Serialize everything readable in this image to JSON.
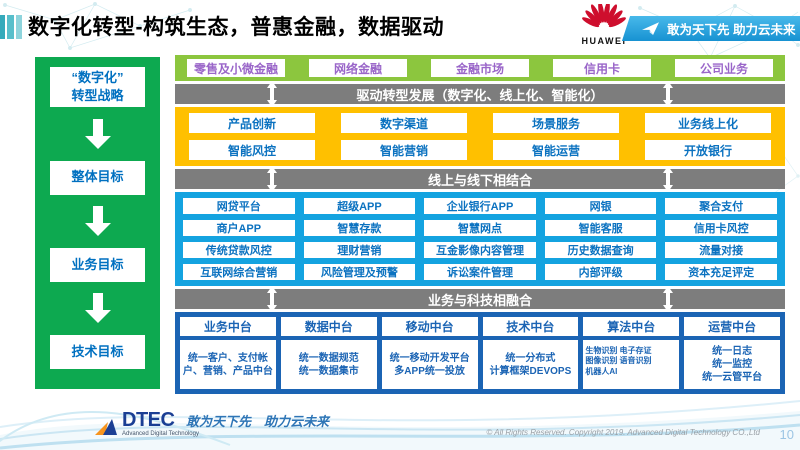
{
  "header": {
    "title": "数字化转型-构筑生态，普惠金融，数据驱动",
    "brand": "HUAWEI",
    "slogan": "敢为天下先 助力云未来"
  },
  "sidebar": {
    "items": [
      "“数字化”\n转型战略",
      "整体目标",
      "业务目标",
      "技术目标"
    ]
  },
  "main": {
    "segments": [
      "零售及小微金融",
      "网络金融",
      "金融市场",
      "信用卡",
      "公司业务"
    ],
    "banners": [
      "驱动转型发展（数字化、线上化、智能化）",
      "线上与线下相结合",
      "业务与科技相融合"
    ],
    "transform_rows": [
      [
        "产品创新",
        "数字渠道",
        "场景服务",
        "业务线上化"
      ],
      [
        "智能风控",
        "智能营销",
        "智能运营",
        "开放银行"
      ]
    ],
    "online_rows": [
      [
        "网贷平台",
        "超级APP",
        "企业银行APP",
        "网银",
        "聚合支付"
      ],
      [
        "商户APP",
        "智慧存款",
        "智慧网点",
        "智能客服",
        "信用卡风控"
      ],
      [
        "传统贷款风控",
        "理财营销",
        "互金影像内容管理",
        "历史数据查询",
        "流量对接"
      ],
      [
        "互联网综合营销",
        "风险管理及预警",
        "诉讼案件管理",
        "内部评级",
        "资本充足评定"
      ]
    ],
    "platforms": [
      {
        "name": "业务中台",
        "detail": "统一客户、支付帐户、营销、产品中台"
      },
      {
        "name": "数据中台",
        "detail": "统一数据规范\n统一数据集市"
      },
      {
        "name": "移动中台",
        "detail": "统一移动开发平台\n多APP统一投放"
      },
      {
        "name": "技术中台",
        "detail": "统一分布式\n计算框架DEVOPS"
      },
      {
        "name": "算法中台",
        "detail": "生物识别 电子存证\n图像识别 语音识别\n机器人AI"
      },
      {
        "name": "运营中台",
        "detail": "统一日志\n统一监控\n统一云管平台"
      }
    ]
  },
  "footer": {
    "logo_word": "DTEC",
    "logo_sub": "Advanced Digital Technology",
    "tagline": "敢为天下先　助力云未来",
    "copyright": "© All Rights Reserved. Copyright 2019. Advanced Digital Technology CO.,Ltd",
    "page": "10"
  },
  "colors": {
    "huawei_red": "#ce0e2d",
    "sidebar_green": "#0da950",
    "segment_green": "#8cc63e",
    "banner_gray": "#7d7d7d",
    "transform_yellow": "#ffc000",
    "channel_blue": "#14a3e0",
    "platform_blue": "#1b64b4",
    "box_text_blue": "#0b72c0",
    "segment_text_purple": "#9a66c9",
    "slogan_banner_blue": "#1792d2"
  }
}
